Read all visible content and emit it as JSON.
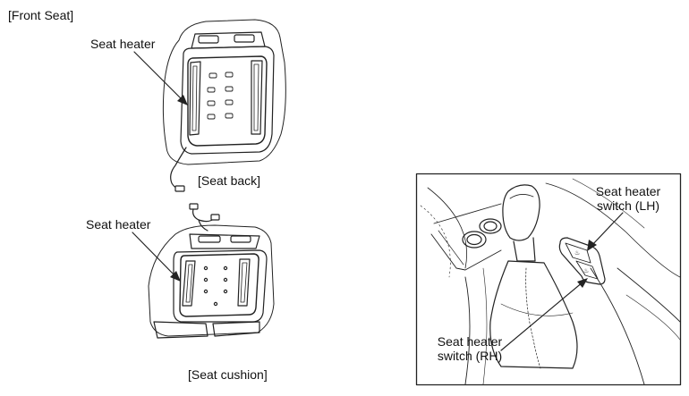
{
  "header": {
    "section_label": "[Front Seat]"
  },
  "seat_back": {
    "heater_label": "Seat heater",
    "caption": "[Seat back]"
  },
  "seat_cushion": {
    "heater_label": "Seat heater",
    "caption": "[Seat cushion]"
  },
  "switch_panel": {
    "lh_label_line1": "Seat heater",
    "lh_label_line2": "switch (LH)",
    "rh_label_line1": "Seat heater",
    "rh_label_line2": "switch (RH)"
  }
}
